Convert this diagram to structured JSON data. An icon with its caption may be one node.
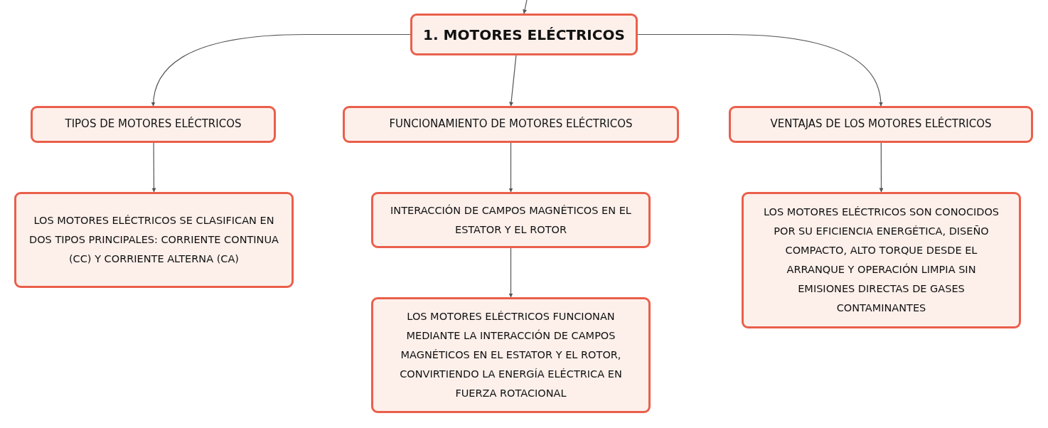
{
  "diagram": {
    "nodes": [
      {
        "text": [
          "1. MOTORES ELÉCTRICOS"
        ]
      },
      {
        "text": [
          "TIPOS DE MOTORES ELÉCTRICOS"
        ]
      },
      {
        "text": [
          "FUNCIONAMIENTO DE MOTORES ELÉCTRICOS"
        ]
      },
      {
        "text": [
          "VENTAJAS DE LOS MOTORES ELÉCTRICOS"
        ]
      },
      {
        "text": [
          "LOS MOTORES ELÉCTRICOS SE CLASIFICAN EN DOS TIPOS PRINCIPALES: CORRIENTE CONTINUA (CC) Y CORRIENTE ALTERNA (CA)"
        ]
      },
      {
        "text": [
          "INTERACCIÓN DE CAMPOS MAGNÉTICOS EN EL ESTATOR Y EL ROTOR"
        ]
      },
      {
        "text": [
          "LOS MOTORES ELÉCTRICOS FUNCIONAN MEDIANTE LA INTERACCIÓN DE CAMPOS MAGNÉTICOS EN EL ESTATOR Y EL ROTOR, CONVIRTIENDO LA ENERGÍA ELÉCTRICA EN FUERZA ROTACIONAL"
        ]
      },
      {
        "text": [
          "LOS MOTORES ELÉCTRICOS SON CONOCIDOS POR SU EFICIENCIA ENERGÉTICA, DISEÑO COMPACTO, ALTO TORQUE DESDE EL ARRANQUE Y OPERACIÓN LIMPIA SIN EMISIONES DIRECTAS DE GASES CONTAMINANTES"
        ]
      }
    ],
    "edges": [
      {
        "from": null,
        "to": 0,
        "arrow": "to"
      },
      {
        "from": 0,
        "to": 1,
        "arrow": "to"
      },
      {
        "from": 0,
        "to": 2,
        "arrow": "to"
      },
      {
        "from": 0,
        "to": 3,
        "arrow": "to"
      },
      {
        "from": 1,
        "to": 4,
        "arrow": "to"
      },
      {
        "from": 2,
        "to": 5,
        "arrow": "to"
      },
      {
        "from": 5,
        "to": 6,
        "arrow": "to"
      },
      {
        "from": 3,
        "to": 7,
        "arrow": "to"
      }
    ]
  }
}
